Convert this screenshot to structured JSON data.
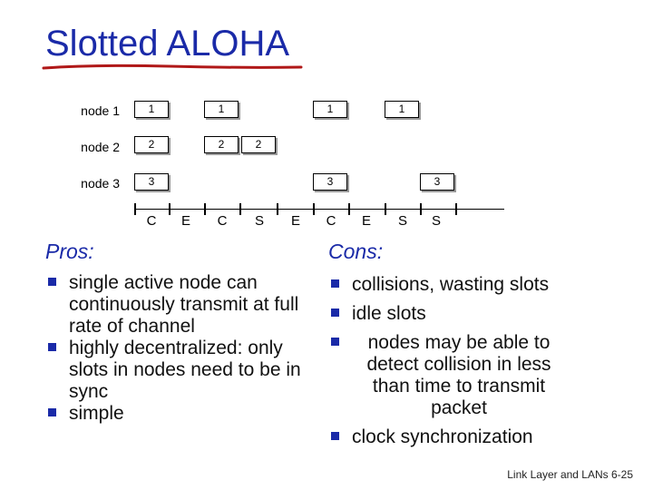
{
  "title": "Slotted ALOHA",
  "diagram": {
    "nodes": [
      {
        "label": "node 1",
        "slots": [
          "1",
          "1",
          "1",
          "1"
        ]
      },
      {
        "label": "node 2",
        "slots": [
          "2",
          "2",
          "2"
        ]
      },
      {
        "label": "node 3",
        "slots": [
          "3",
          "3",
          "3"
        ]
      }
    ],
    "slot_outcomes": [
      "C",
      "E",
      "C",
      "S",
      "E",
      "C",
      "E",
      "S",
      "S"
    ]
  },
  "pros": {
    "heading": "Pros:",
    "items": [
      "single active node can continuously transmit at full rate of channel",
      "highly decentralized: only slots in nodes need to be in sync",
      "simple"
    ]
  },
  "cons": {
    "heading": "Cons:",
    "items": [
      "collisions, wasting slots",
      "idle slots",
      "nodes may be able to detect collision in less than time to transmit packet",
      "clock synchronization"
    ]
  },
  "footer": "Link Layer and LANs 6-25",
  "colors": {
    "accent": "#1a2aa8"
  }
}
